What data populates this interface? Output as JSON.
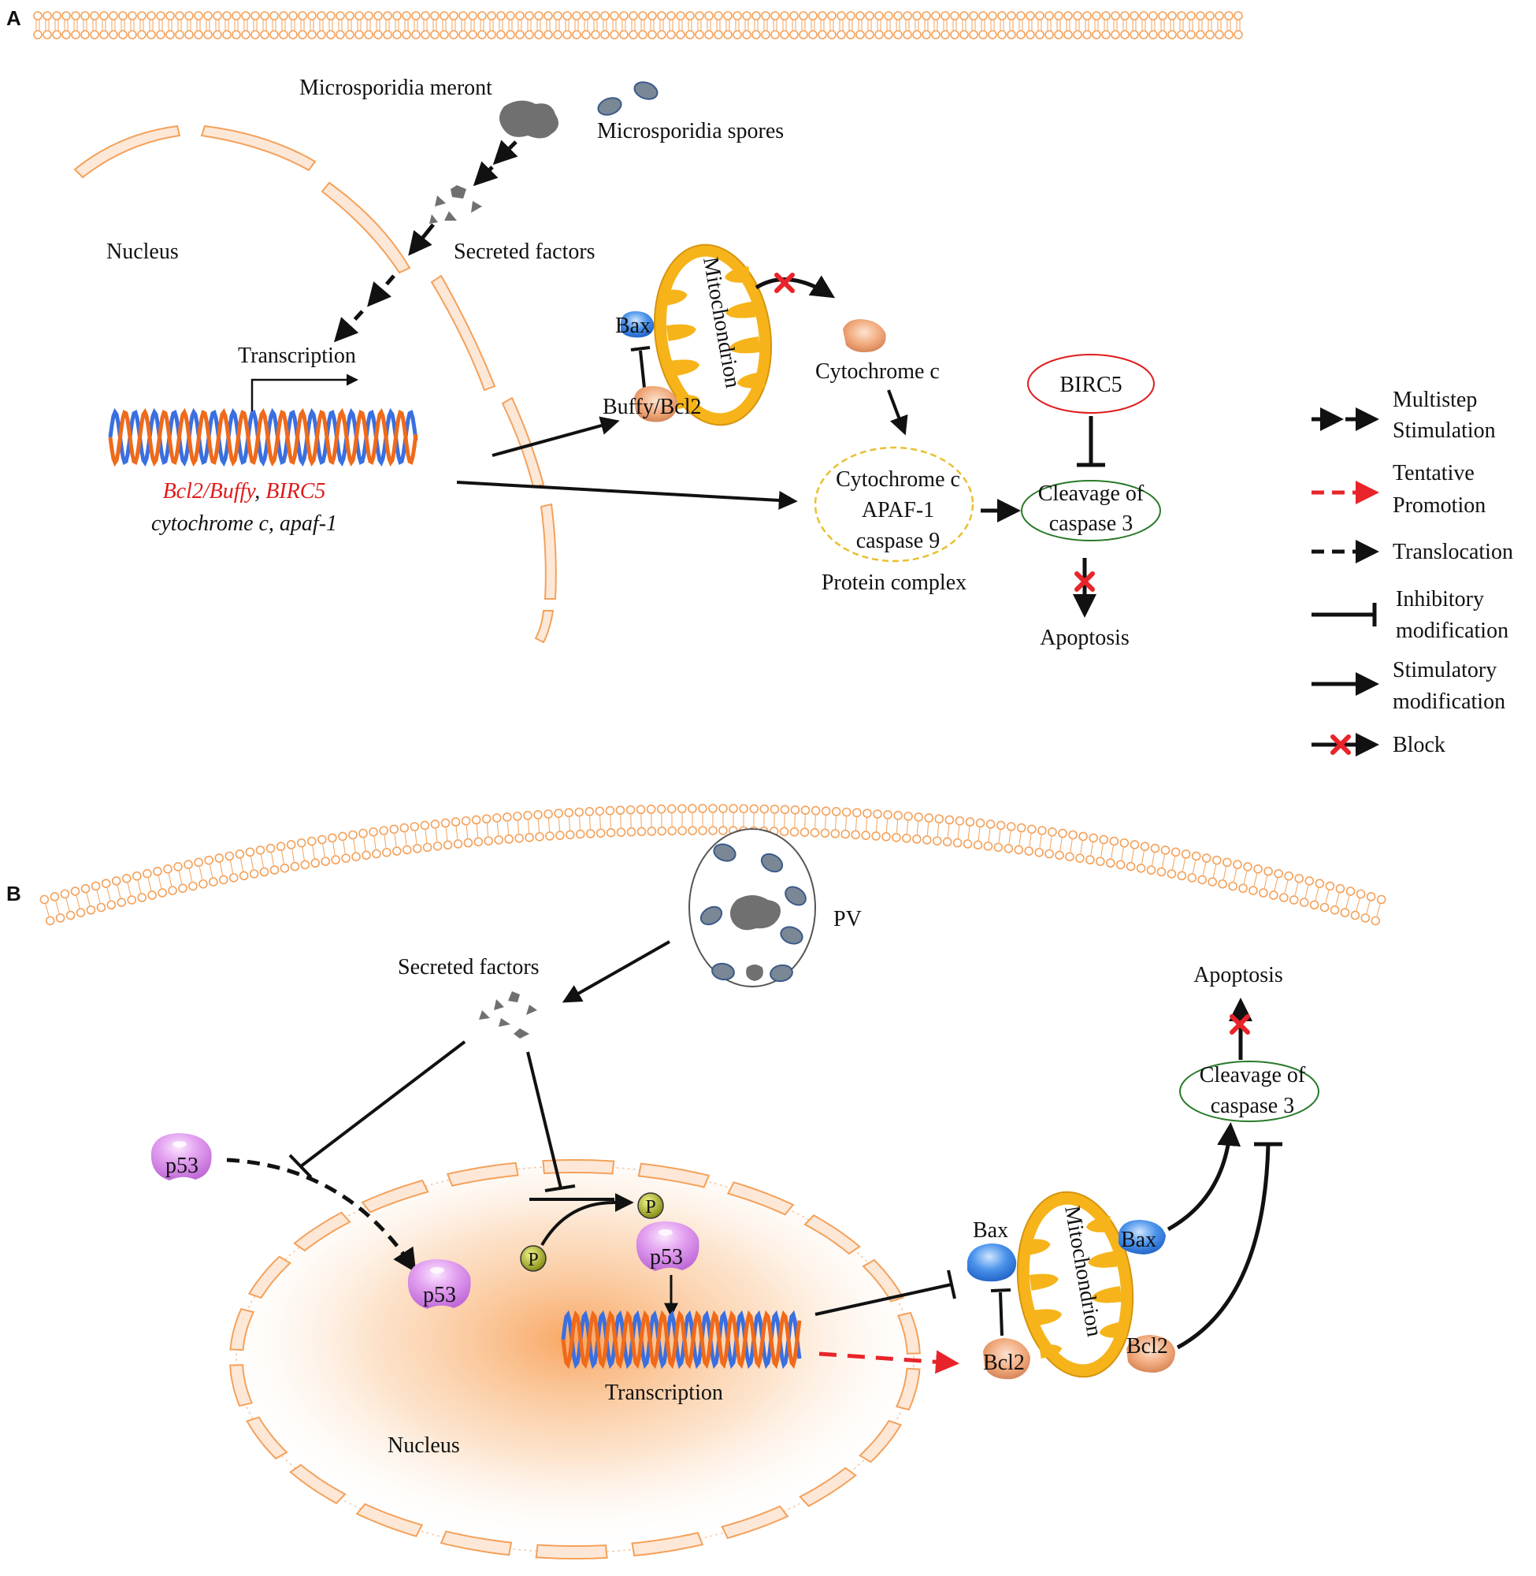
{
  "panel_a": {
    "letter": "A",
    "meront": "Microsporidia meront",
    "spores": "Microsporidia spores",
    "nucleus": "Nucleus",
    "secreted": "Secreted factors",
    "transcription": "Transcription",
    "genes_line1_a": "Bcl2/Buffy",
    "genes_line1_sep": ", ",
    "genes_line1_b": "BIRC5",
    "genes_line2": "cytochrome c, apaf-1",
    "bax": "Bax",
    "buffy": "Buffy/Bcl2",
    "mito": "Mitochondrion",
    "cytc": "Cytochrome  c",
    "birc5": "BIRC5",
    "complex1": "Cytochrome  c",
    "complex2": "APAF-1",
    "complex3": "caspase  9",
    "complex_label": "Protein complex",
    "cleave1": "Cleavage of",
    "cleave2": "caspase  3",
    "apoptosis": "Apoptosis"
  },
  "legend": {
    "multistep1": "Multistep",
    "multistep2": "Stimulation",
    "tentative1": "Tentative",
    "tentative2": "Promotion",
    "translocation": "Translocation",
    "inhibitory1": "Inhibitory",
    "inhibitory2": "modification",
    "stimulatory1": "Stimulatory",
    "stimulatory2": "modification",
    "block": "Block"
  },
  "panel_b": {
    "letter": "B",
    "pv": "PV",
    "secreted": "Secreted factors",
    "p53": "p53",
    "p": "P",
    "transcription": "Transcription",
    "nucleus": "Nucleus",
    "bax_left": "Bax",
    "bax_right": "Bax",
    "mito": "Mitochondrion",
    "bcl2_left": "Bcl2",
    "bcl2_right": "Bcl2",
    "cleave1": "Cleavage of",
    "cleave2": "caspase  3",
    "apoptosis": "Apoptosis"
  },
  "colors": {
    "membrane": "#f4a15a",
    "helix_orange": "#ef6a1a",
    "helix_blue": "#3a6fe0",
    "green_text": "#1a9a1a",
    "red_text": "#e01b1b",
    "block_red": "#e8242a",
    "mito_yellow": "#f6b41a",
    "bax_blue": "#2f7fe0",
    "p53_pink": "#d886e8",
    "phospho": "#9aa51a"
  }
}
